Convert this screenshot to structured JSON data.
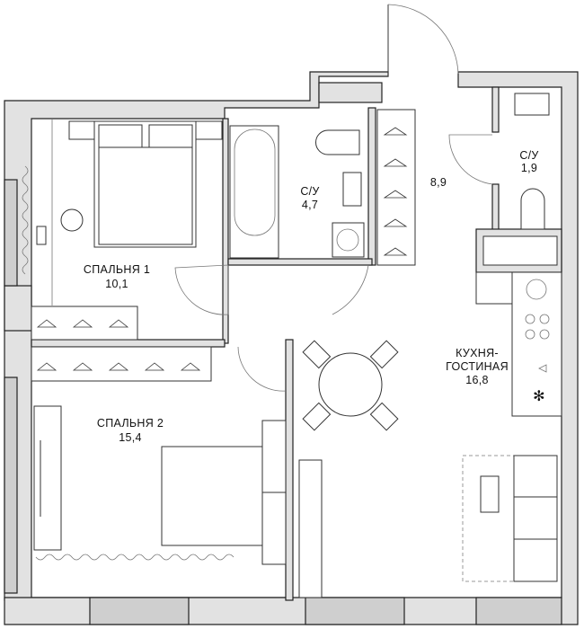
{
  "plan": {
    "rooms": [
      {
        "id": "bedroom1",
        "name": "СПАЛЬНЯ 1",
        "area": "10,1"
      },
      {
        "id": "bathroom",
        "name": "С/У",
        "area": "4,7"
      },
      {
        "id": "hall",
        "name": "",
        "area": "8,9"
      },
      {
        "id": "wc",
        "name": "С/У",
        "area": "1,9"
      },
      {
        "id": "kitchen",
        "name": "КУХНЯ-",
        "name2": "ГОСТИНАЯ",
        "area": "16,8"
      },
      {
        "id": "bedroom2",
        "name": "СПАЛЬНЯ 2",
        "area": "15,4"
      }
    ],
    "colors": {
      "wall": "#e2e2e2",
      "line": "#222222",
      "background": "#ffffff"
    }
  }
}
